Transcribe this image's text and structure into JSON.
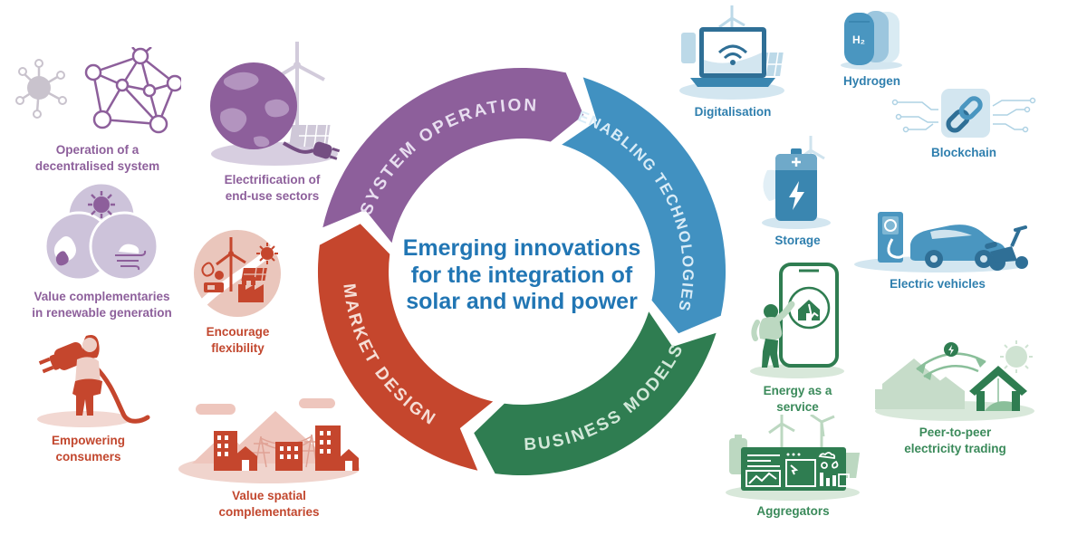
{
  "title": {
    "lines": [
      "Emerging innovations",
      "for the integration of",
      "solar and wind power"
    ],
    "color": "#2176b4"
  },
  "ring": {
    "segments": [
      {
        "id": "system-operation",
        "label": "SYSTEM OPERATION",
        "color": "#8d5f9b",
        "label_color": "#e8def0"
      },
      {
        "id": "enabling-technologies",
        "label": "ENABLING TECHNOLOGIES",
        "color": "#4191c1",
        "label_color": "#d9ecf7"
      },
      {
        "id": "business-models",
        "label": "BUSINESS MODELS",
        "color": "#2f7d51",
        "label_color": "#d2e8d9"
      },
      {
        "id": "market-design",
        "label": "MARKET DESIGN",
        "color": "#c5462d",
        "label_color": "#f6ded6"
      }
    ]
  },
  "items": [
    {
      "id": "operation-decentralised-system",
      "category": "system-operation",
      "label": "Operation of a\ndecentralised system"
    },
    {
      "id": "electrification-end-use",
      "category": "system-operation",
      "label": "Electrification of\nend-use sectors"
    },
    {
      "id": "value-complementaries",
      "category": "system-operation",
      "label": "Value complementaries\nin renewable generation"
    },
    {
      "id": "encourage-flexibility",
      "category": "market-design",
      "label": "Encourage\nflexibility"
    },
    {
      "id": "empowering-consumers",
      "category": "market-design",
      "label": "Empowering\nconsumers"
    },
    {
      "id": "value-spatial-complementaries",
      "category": "market-design",
      "label": "Value spatial\ncomplementaries"
    },
    {
      "id": "digitalisation",
      "category": "enabling-technologies",
      "label": "Digitalisation"
    },
    {
      "id": "hydrogen",
      "category": "enabling-technologies",
      "label": "Hydrogen",
      "tank_label": "H₂"
    },
    {
      "id": "blockchain",
      "category": "enabling-technologies",
      "label": "Blockchain"
    },
    {
      "id": "storage",
      "category": "enabling-technologies",
      "label": "Storage"
    },
    {
      "id": "electric-vehicles",
      "category": "enabling-technologies",
      "label": "Electric vehicles"
    },
    {
      "id": "energy-as-a-service",
      "category": "business-models",
      "label": "Energy as a service"
    },
    {
      "id": "peer-to-peer",
      "category": "business-models",
      "label": "Peer-to-peer\nelectricity trading"
    },
    {
      "id": "aggregators",
      "category": "business-models",
      "label": "Aggregators"
    }
  ]
}
